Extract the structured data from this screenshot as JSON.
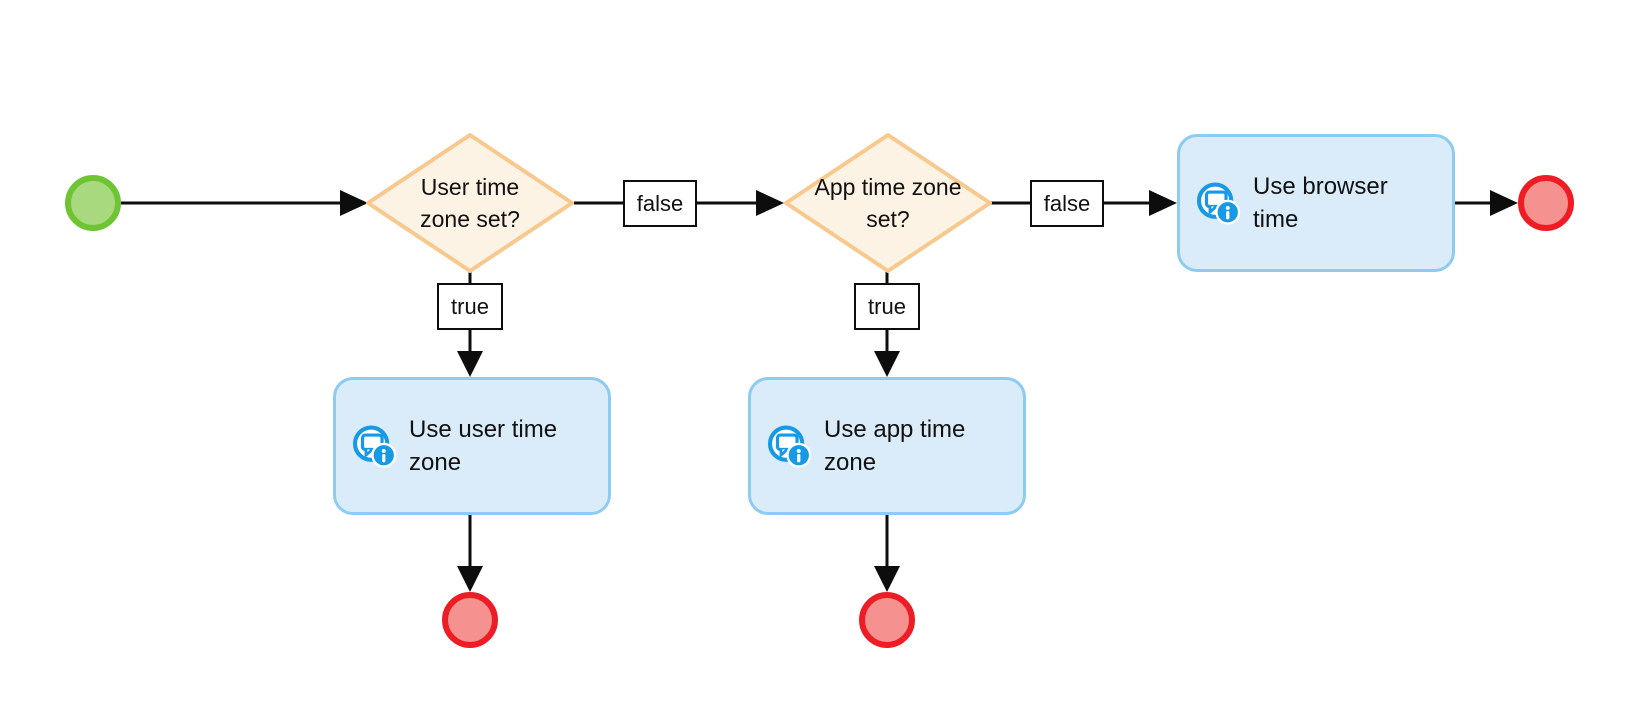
{
  "palette": {
    "start_border": "#6ec433",
    "start_fill": "#a9d97e",
    "end_border": "#ee1c25",
    "end_fill": "#f5928f",
    "decision_border": "#f8c98e",
    "decision_fill": "#fdf3e4",
    "task_border": "#8ecbf0",
    "task_fill": "#daecf9",
    "icon_blue": "#1899e6",
    "connector": "#0d0d0d",
    "label_bg": "#ffffff",
    "label_border": "#0d0d0d"
  },
  "nodes": {
    "decision_user": {
      "label": "User time zone set?",
      "lines": [
        "User time",
        "zone set?"
      ]
    },
    "decision_app": {
      "label": "App time zone set?",
      "lines": [
        "App time zone",
        "set?"
      ]
    },
    "task_user": {
      "label": "Use user time zone",
      "lines": [
        "Use user time",
        "zone"
      ],
      "icon": "message-info-icon"
    },
    "task_app": {
      "label": "Use app time zone",
      "lines": [
        "Use app time",
        "zone"
      ],
      "icon": "message-info-icon"
    },
    "task_browser": {
      "label": "Use browser time",
      "lines": [
        "Use browser",
        "time"
      ],
      "icon": "message-info-icon"
    }
  },
  "edge_labels": {
    "decision_user_false": "false",
    "decision_user_true": "true",
    "decision_app_false": "false",
    "decision_app_true": "true"
  }
}
